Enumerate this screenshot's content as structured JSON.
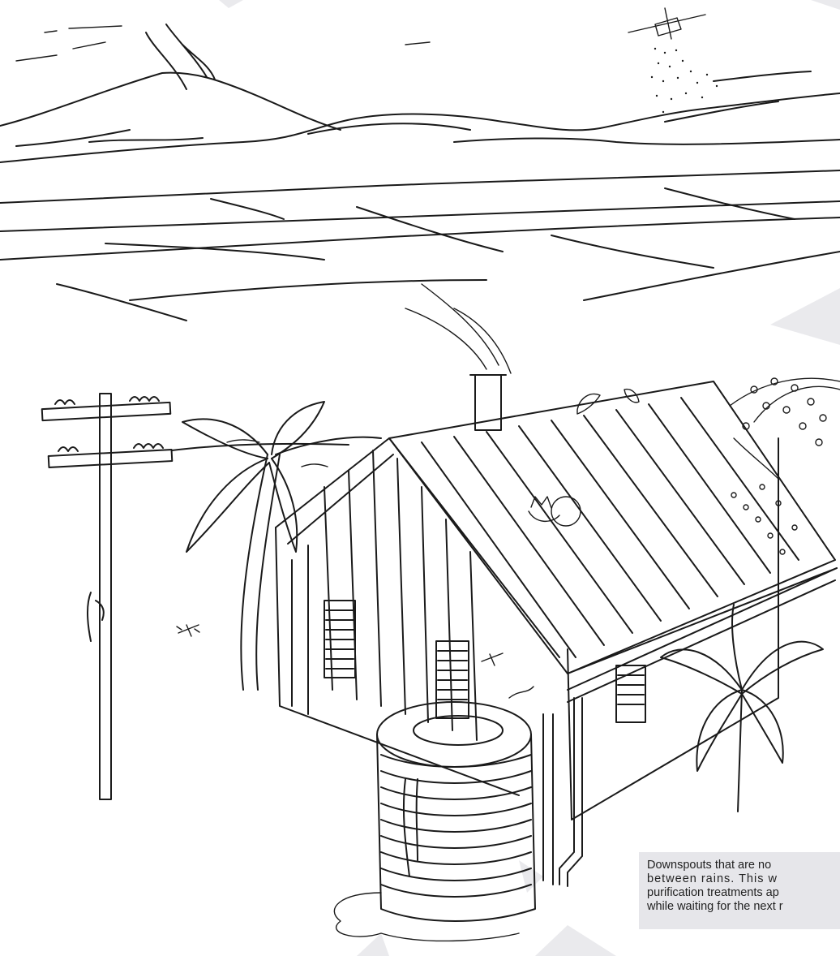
{
  "callout": {
    "lines": [
      "Downspouts that are no",
      "between rains. This w",
      "purification treatments ap",
      "while waiting for the next r"
    ]
  },
  "colors": {
    "ink": "#1a1a1a",
    "callout_bg": "#e6e6ea",
    "pointer": "#d8d8de"
  }
}
